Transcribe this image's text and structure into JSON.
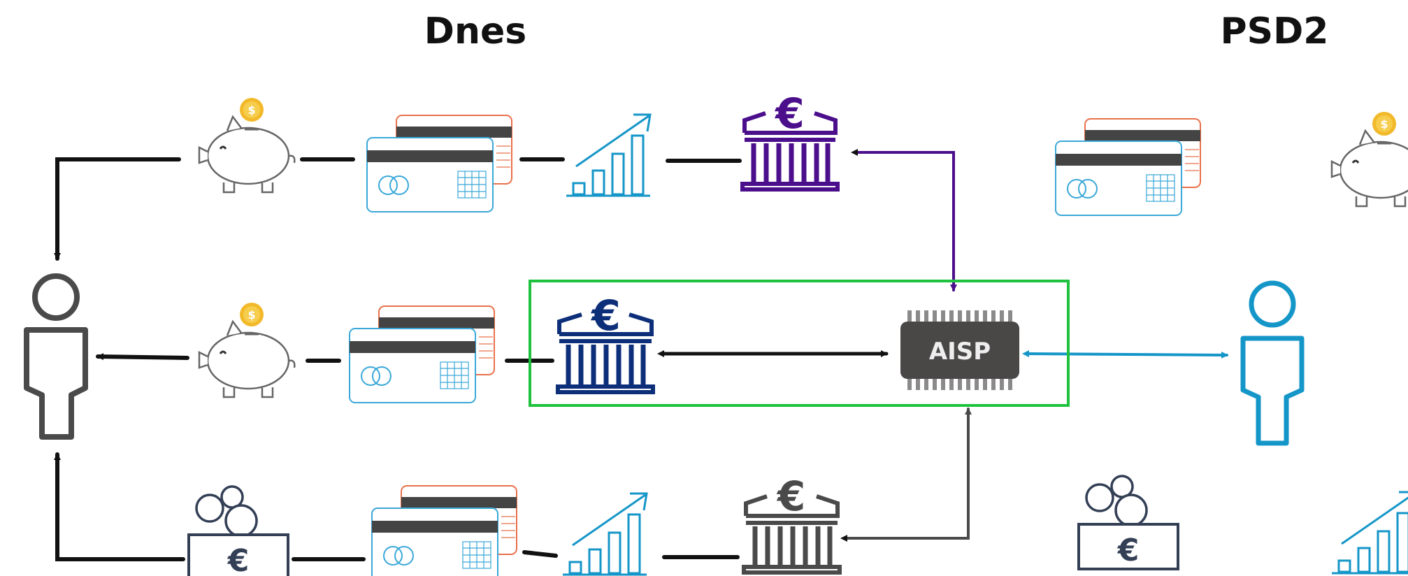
{
  "headings": {
    "left": "Dnes",
    "right": "PSD2"
  },
  "aisp": {
    "label": "AISP"
  },
  "currency_symbol": "€",
  "coin_symbol": "$",
  "colors": {
    "black": "#111111",
    "dark_gray": "#4a4a4a",
    "purple": "#4b0f8c",
    "navy": "#0d2f7a",
    "cyan": "#1596c8",
    "green_frame": "#1fc23e",
    "card_orange": "#e8704a",
    "card_blue": "#3aa8d8",
    "coin": "#f2b92a",
    "chip": "#4a4747"
  },
  "icons": [
    "person-icon",
    "piggy-bank-icon",
    "credit-cards-icon",
    "growth-chart-icon",
    "bank-euro-icon",
    "aisp-chip-icon",
    "cash-coins-icon"
  ]
}
